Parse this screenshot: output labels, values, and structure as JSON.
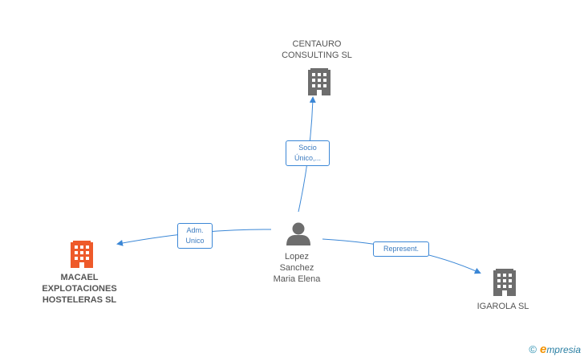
{
  "nodes": {
    "centauro": {
      "lines": [
        "CENTAURO",
        "CONSULTING SL"
      ],
      "type": "company",
      "color": "#6d6d6d"
    },
    "macael": {
      "lines": [
        "MACAEL",
        "EXPLOTACIONES",
        "HOSTELERAS SL"
      ],
      "type": "company",
      "color": "#ee5a2a"
    },
    "igarola": {
      "lines": [
        "IGAROLA SL"
      ],
      "type": "company",
      "color": "#6d6d6d"
    },
    "person": {
      "lines": [
        "Lopez",
        "Sanchez",
        "Maria Elena"
      ],
      "type": "person",
      "color": "#6d6d6d"
    }
  },
  "edges": {
    "to_centauro": {
      "lines": [
        "Socio",
        "Único,..."
      ]
    },
    "to_macael": {
      "lines": [
        "Adm.",
        "Unico"
      ]
    },
    "to_igarola": {
      "lines": [
        "Represent."
      ]
    }
  },
  "colors": {
    "edge": "#3b87d6",
    "label_text": "#3b7bc0"
  },
  "brand": {
    "symbol": "©",
    "e": "e",
    "rest": "mpresia"
  }
}
